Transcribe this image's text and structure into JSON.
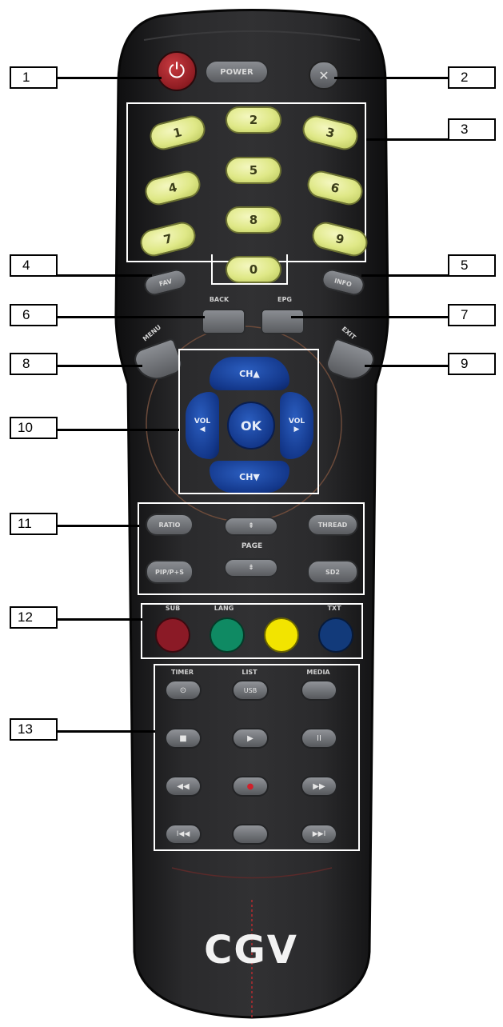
{
  "callouts": [
    "1",
    "2",
    "3",
    "4",
    "5",
    "6",
    "7",
    "8",
    "9",
    "10",
    "11",
    "12",
    "13"
  ],
  "power_label": "POWER",
  "digits": [
    "1",
    "2",
    "3",
    "4",
    "5",
    "6",
    "7",
    "8",
    "9",
    "0"
  ],
  "fav_label": "FAV",
  "info_label": "INFO",
  "back_label": "BACK",
  "epg_label": "EPG",
  "menu_label": "MENU",
  "exit_label": "EXIT",
  "nav": {
    "ch_up": "CH▲",
    "ch_down": "CH▼",
    "vol_left": "VOL",
    "vol_right": "VOL",
    "ok": "OK"
  },
  "func": {
    "ratio": "RATIO",
    "thread": "THREAD",
    "page": "PAGE",
    "pip": "PIP/P+S",
    "sd2": "SD2"
  },
  "color_labels": {
    "red": "SUB",
    "green": "LANG",
    "blue": "TXT"
  },
  "colors": {
    "red": "#8b1a26",
    "green": "#0f8a63",
    "yellow": "#f2e400",
    "blue": "#123a7a",
    "body": "#1f1f20",
    "number_key": "#dfe887",
    "power": "#8e1c22"
  },
  "media_labels": {
    "timer": "TIMER",
    "list": "LIST",
    "media": "MEDIA",
    "list_btn": "USB"
  },
  "icons": {
    "stop": "■",
    "play": "▶",
    "pause": "II",
    "rew": "◀◀",
    "rec": "●",
    "ffw": "▶▶",
    "prev": "I◀◀",
    "next": "▶▶I",
    "timer_btn": "⊙",
    "mute": "✕"
  },
  "brand": "CGV"
}
